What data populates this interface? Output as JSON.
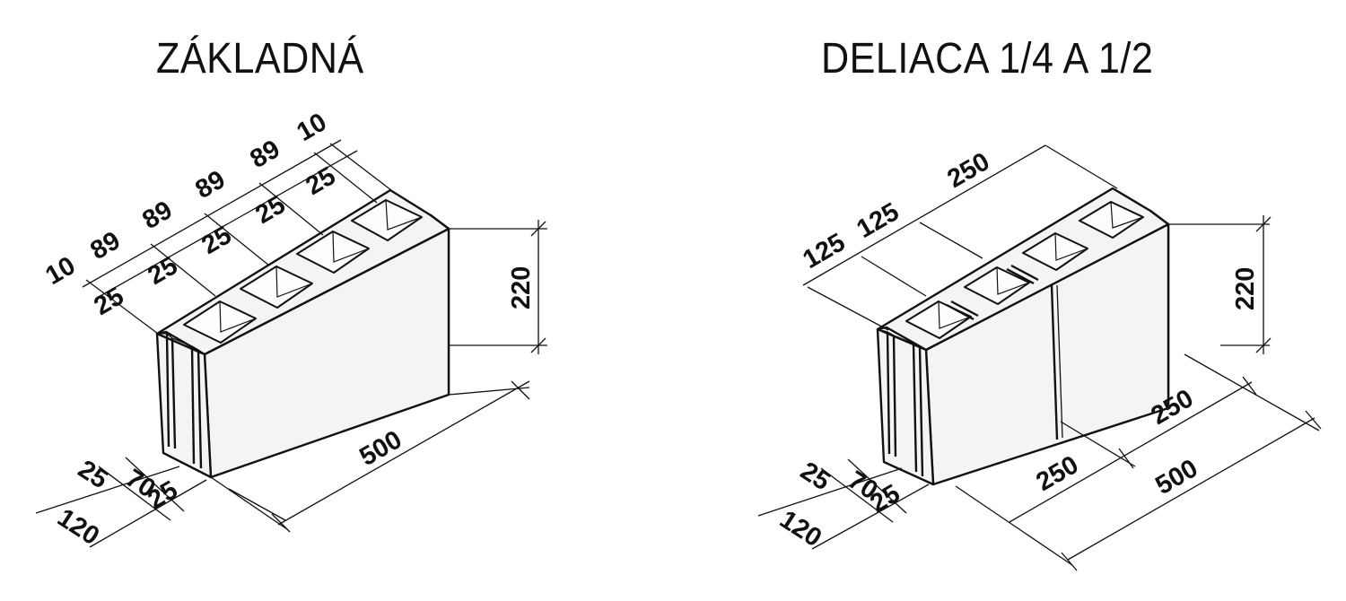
{
  "diagrams": [
    {
      "title": "ZÁKLADNÁ",
      "top_dims": [
        "10",
        "89",
        "89",
        "89",
        "89",
        "10"
      ],
      "top_sub_dims": [
        "25",
        "25",
        "25",
        "25",
        "25"
      ],
      "height_dim": "220",
      "length_dim": "500",
      "width_dims": [
        "25",
        "70",
        "25",
        "120"
      ]
    },
    {
      "title": "DELIACA 1/4 A 1/2",
      "top_dims": [
        "125",
        "125",
        "250"
      ],
      "height_dim": "220",
      "length_dims": [
        "250",
        "250",
        "500"
      ],
      "width_dims": [
        "25",
        "70",
        "25",
        "120"
      ]
    }
  ]
}
